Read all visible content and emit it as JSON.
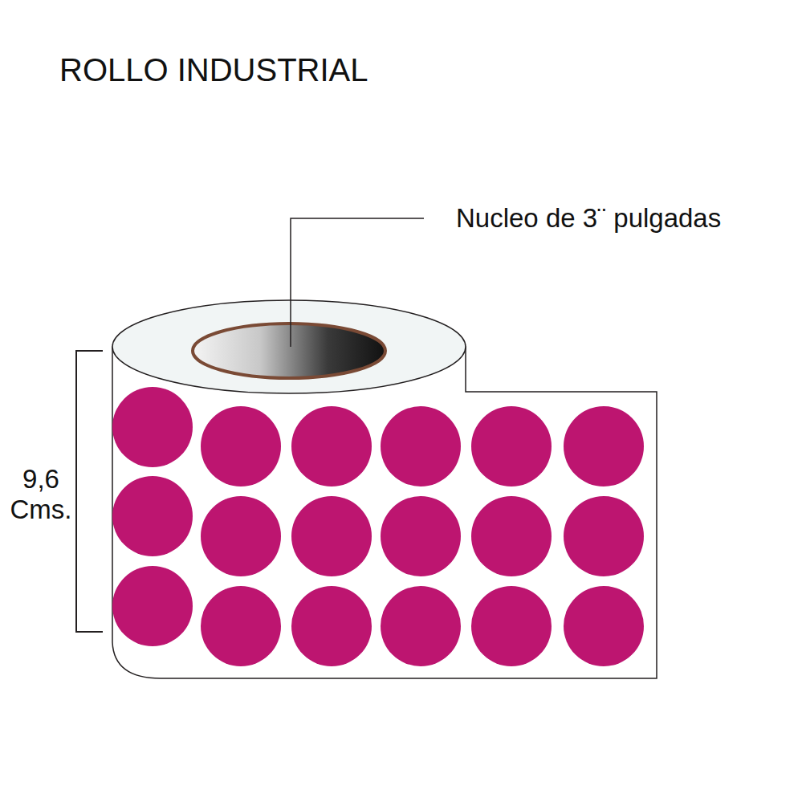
{
  "diagram": {
    "title": "ROLLO INDUSTRIAL",
    "labels": [
      "Nucleo de 3¨ pulgadas",
      "9,6 Cms."
    ]
  }
}
